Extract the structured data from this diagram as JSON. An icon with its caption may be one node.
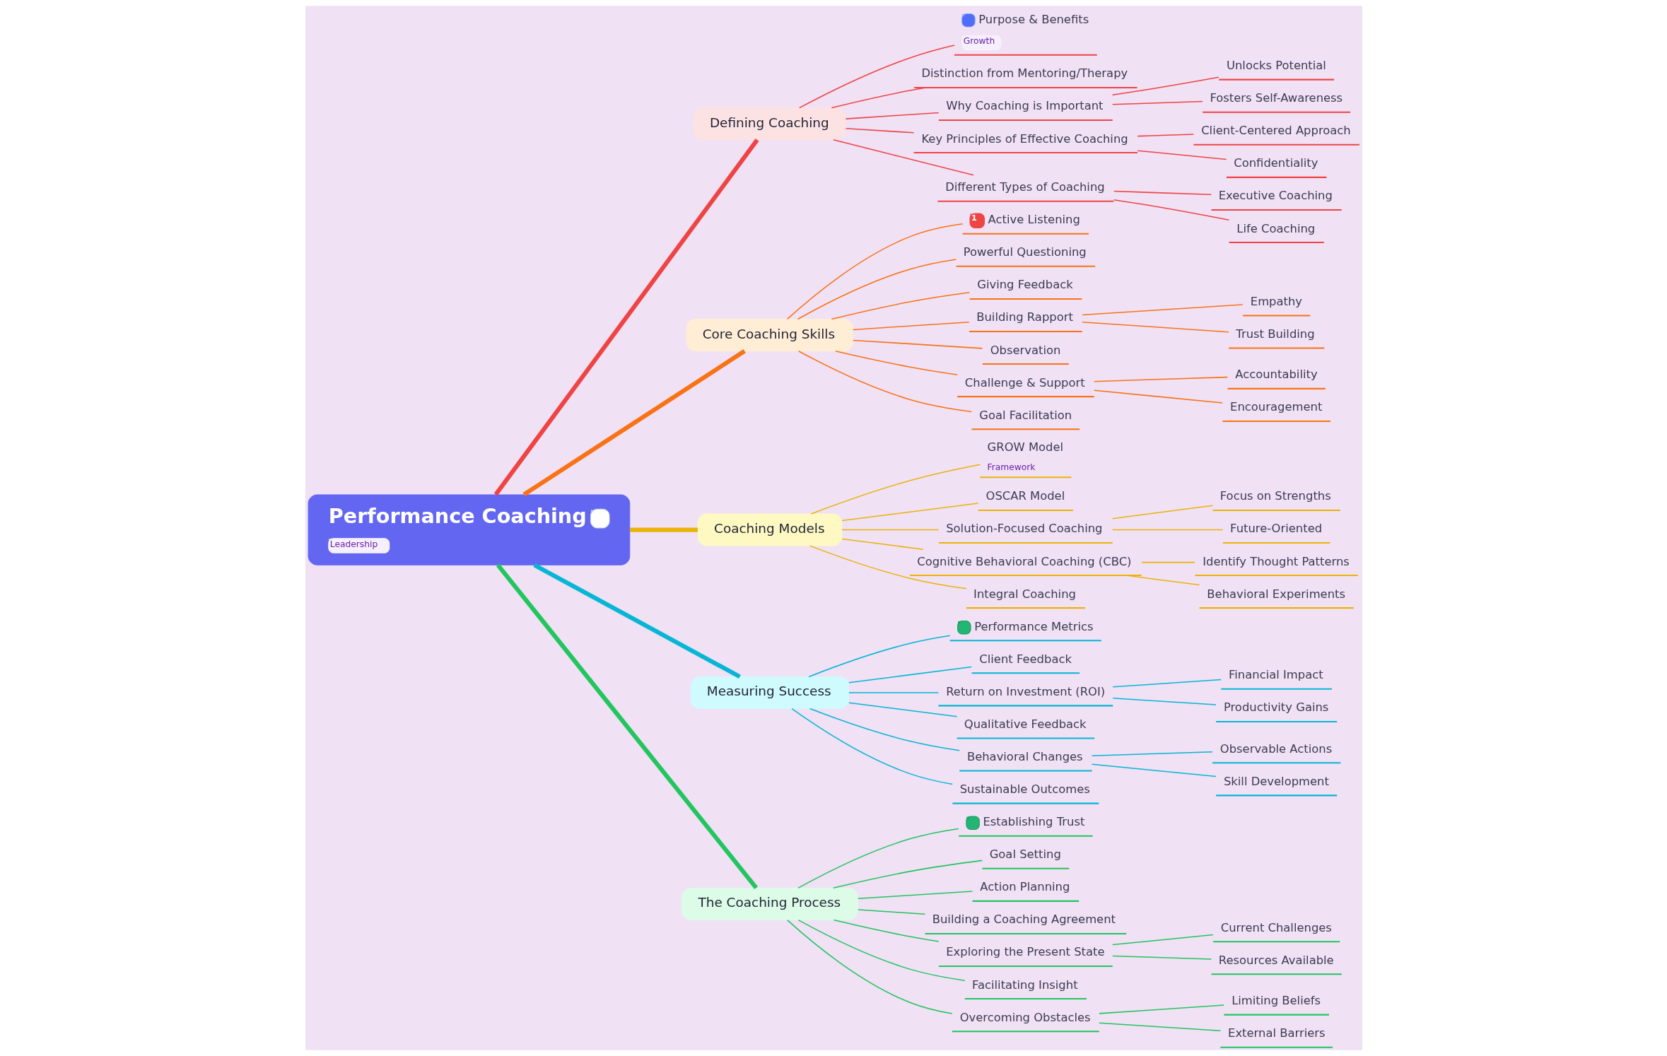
{
  "diagram": {
    "nodes": [
      {
        "text": [
          "Performance Coaching",
          "Leadership"
        ]
      },
      {
        "text": [
          "Defining Coaching"
        ]
      },
      {
        "text": [
          "Purpose & Benefits",
          "Growth"
        ]
      },
      {
        "text": [
          "Distinction from Mentoring/Therapy"
        ]
      },
      {
        "text": [
          "Why Coaching is Important"
        ]
      },
      {
        "text": [
          "Unlocks Potential"
        ]
      },
      {
        "text": [
          "Fosters Self-Awareness"
        ]
      },
      {
        "text": [
          "Key Principles of Effective Coaching"
        ]
      },
      {
        "text": [
          "Client-Centered Approach"
        ]
      },
      {
        "text": [
          "Confidentiality"
        ]
      },
      {
        "text": [
          "Different Types of Coaching"
        ]
      },
      {
        "text": [
          "Executive Coaching"
        ]
      },
      {
        "text": [
          "Life Coaching"
        ]
      },
      {
        "text": [
          "Core Coaching Skills"
        ]
      },
      {
        "text": [
          "1",
          "Active Listening"
        ]
      },
      {
        "text": [
          "Powerful Questioning"
        ]
      },
      {
        "text": [
          "Giving Feedback"
        ]
      },
      {
        "text": [
          "Building Rapport"
        ]
      },
      {
        "text": [
          "Empathy"
        ]
      },
      {
        "text": [
          "Trust Building"
        ]
      },
      {
        "text": [
          "Observation"
        ]
      },
      {
        "text": [
          "Challenge & Support"
        ]
      },
      {
        "text": [
          "Accountability"
        ]
      },
      {
        "text": [
          "Encouragement"
        ]
      },
      {
        "text": [
          "Goal Facilitation"
        ]
      },
      {
        "text": [
          "Coaching Models"
        ]
      },
      {
        "text": [
          "GROW Model",
          "Framework"
        ]
      },
      {
        "text": [
          "OSCAR Model"
        ]
      },
      {
        "text": [
          "Solution-Focused Coaching"
        ]
      },
      {
        "text": [
          "Focus on Strengths"
        ]
      },
      {
        "text": [
          "Future-Oriented"
        ]
      },
      {
        "text": [
          "Cognitive Behavioral Coaching (CBC)"
        ]
      },
      {
        "text": [
          "Identify Thought Patterns"
        ]
      },
      {
        "text": [
          "Behavioral Experiments"
        ]
      },
      {
        "text": [
          "Integral Coaching"
        ]
      },
      {
        "text": [
          "Measuring Success"
        ]
      },
      {
        "text": [
          "Performance Metrics"
        ]
      },
      {
        "text": [
          "Client Feedback"
        ]
      },
      {
        "text": [
          "Return on Investment (ROI)"
        ]
      },
      {
        "text": [
          "Financial Impact"
        ]
      },
      {
        "text": [
          "Productivity Gains"
        ]
      },
      {
        "text": [
          "Qualitative Feedback"
        ]
      },
      {
        "text": [
          "Behavioral Changes"
        ]
      },
      {
        "text": [
          "Observable Actions"
        ]
      },
      {
        "text": [
          "Skill Development"
        ]
      },
      {
        "text": [
          "Sustainable Outcomes"
        ]
      },
      {
        "text": [
          "The Coaching Process"
        ]
      },
      {
        "text": [
          "Establishing Trust"
        ]
      },
      {
        "text": [
          "Goal Setting"
        ]
      },
      {
        "text": [
          "Action Planning"
        ]
      },
      {
        "text": [
          "Building a Coaching Agreement"
        ]
      },
      {
        "text": [
          "Exploring the Present State"
        ]
      },
      {
        "text": [
          "Current Challenges"
        ]
      },
      {
        "text": [
          "Resources Available"
        ]
      },
      {
        "text": [
          "Facilitating Insight"
        ]
      },
      {
        "text": [
          "Overcoming Obstacles"
        ]
      },
      {
        "text": [
          "Limiting Beliefs"
        ]
      },
      {
        "text": [
          "External Barriers"
        ]
      }
    ],
    "edges": [
      {
        "from": 0,
        "to": 1,
        "arrow": "none",
        "style": "thick",
        "color": "#ef4444"
      },
      {
        "from": 1,
        "to": 2,
        "arrow": "none",
        "color": "#ef4444"
      },
      {
        "from": 1,
        "to": 3,
        "arrow": "none",
        "color": "#ef4444"
      },
      {
        "from": 1,
        "to": 4,
        "arrow": "none",
        "color": "#ef4444"
      },
      {
        "from": 4,
        "to": 5,
        "arrow": "none",
        "color": "#ef4444"
      },
      {
        "from": 4,
        "to": 6,
        "arrow": "none",
        "color": "#ef4444"
      },
      {
        "from": 1,
        "to": 7,
        "arrow": "none",
        "color": "#ef4444"
      },
      {
        "from": 7,
        "to": 8,
        "arrow": "none",
        "color": "#ef4444"
      },
      {
        "from": 7,
        "to": 9,
        "arrow": "none",
        "color": "#ef4444"
      },
      {
        "from": 1,
        "to": 10,
        "arrow": "none",
        "color": "#ef4444"
      },
      {
        "from": 10,
        "to": 11,
        "arrow": "none",
        "color": "#ef4444"
      },
      {
        "from": 10,
        "to": 12,
        "arrow": "none",
        "color": "#ef4444"
      },
      {
        "from": 0,
        "to": 13,
        "arrow": "none",
        "style": "thick",
        "color": "#f97316"
      },
      {
        "from": 13,
        "to": 14,
        "arrow": "none",
        "color": "#f97316"
      },
      {
        "from": 13,
        "to": 15,
        "arrow": "none",
        "color": "#f97316"
      },
      {
        "from": 13,
        "to": 16,
        "arrow": "none",
        "color": "#f97316"
      },
      {
        "from": 13,
        "to": 17,
        "arrow": "none",
        "color": "#f97316"
      },
      {
        "from": 17,
        "to": 18,
        "arrow": "none",
        "color": "#f97316"
      },
      {
        "from": 17,
        "to": 19,
        "arrow": "none",
        "color": "#f97316"
      },
      {
        "from": 13,
        "to": 20,
        "arrow": "none",
        "color": "#f97316"
      },
      {
        "from": 13,
        "to": 21,
        "arrow": "none",
        "color": "#f97316"
      },
      {
        "from": 21,
        "to": 22,
        "arrow": "none",
        "color": "#f97316"
      },
      {
        "from": 21,
        "to": 23,
        "arrow": "none",
        "color": "#f97316"
      },
      {
        "from": 13,
        "to": 24,
        "arrow": "none",
        "color": "#f97316"
      },
      {
        "from": 0,
        "to": 25,
        "arrow": "none",
        "style": "thick",
        "color": "#eab308"
      },
      {
        "from": 25,
        "to": 26,
        "arrow": "none",
        "color": "#eab308"
      },
      {
        "from": 25,
        "to": 27,
        "arrow": "none",
        "color": "#eab308"
      },
      {
        "from": 25,
        "to": 28,
        "arrow": "none",
        "color": "#eab308"
      },
      {
        "from": 28,
        "to": 29,
        "arrow": "none",
        "color": "#eab308"
      },
      {
        "from": 28,
        "to": 30,
        "arrow": "none",
        "color": "#eab308"
      },
      {
        "from": 25,
        "to": 31,
        "arrow": "none",
        "color": "#eab308"
      },
      {
        "from": 31,
        "to": 32,
        "arrow": "none",
        "color": "#eab308"
      },
      {
        "from": 31,
        "to": 33,
        "arrow": "none",
        "color": "#eab308"
      },
      {
        "from": 25,
        "to": 34,
        "arrow": "none",
        "color": "#eab308"
      },
      {
        "from": 0,
        "to": 35,
        "arrow": "none",
        "style": "thick",
        "color": "#06b6d4"
      },
      {
        "from": 35,
        "to": 36,
        "arrow": "none",
        "color": "#06b6d4"
      },
      {
        "from": 35,
        "to": 37,
        "arrow": "none",
        "color": "#06b6d4"
      },
      {
        "from": 35,
        "to": 38,
        "arrow": "none",
        "color": "#06b6d4"
      },
      {
        "from": 38,
        "to": 39,
        "arrow": "none",
        "color": "#06b6d4"
      },
      {
        "from": 38,
        "to": 40,
        "arrow": "none",
        "color": "#06b6d4"
      },
      {
        "from": 35,
        "to": 41,
        "arrow": "none",
        "color": "#06b6d4"
      },
      {
        "from": 35,
        "to": 42,
        "arrow": "none",
        "color": "#06b6d4"
      },
      {
        "from": 42,
        "to": 43,
        "arrow": "none",
        "color": "#06b6d4"
      },
      {
        "from": 42,
        "to": 44,
        "arrow": "none",
        "color": "#06b6d4"
      },
      {
        "from": 35,
        "to": 45,
        "arrow": "none",
        "color": "#06b6d4"
      },
      {
        "from": 0,
        "to": 46,
        "arrow": "none",
        "style": "thick",
        "color": "#22c55e"
      },
      {
        "from": 46,
        "to": 47,
        "arrow": "none",
        "color": "#22c55e"
      },
      {
        "from": 46,
        "to": 48,
        "arrow": "none",
        "color": "#22c55e"
      },
      {
        "from": 46,
        "to": 49,
        "arrow": "none",
        "color": "#22c55e"
      },
      {
        "from": 46,
        "to": 50,
        "arrow": "none",
        "color": "#22c55e"
      },
      {
        "from": 46,
        "to": 51,
        "arrow": "none",
        "color": "#22c55e"
      },
      {
        "from": 51,
        "to": 52,
        "arrow": "none",
        "color": "#22c55e"
      },
      {
        "from": 51,
        "to": 53,
        "arrow": "none",
        "color": "#22c55e"
      },
      {
        "from": 46,
        "to": 54,
        "arrow": "none",
        "color": "#22c55e"
      },
      {
        "from": 46,
        "to": 55,
        "arrow": "none",
        "color": "#22c55e"
      },
      {
        "from": 55,
        "to": 56,
        "arrow": "none",
        "color": "#22c55e"
      },
      {
        "from": 55,
        "to": 57,
        "arrow": "none",
        "color": "#22c55e"
      }
    ]
  }
}
